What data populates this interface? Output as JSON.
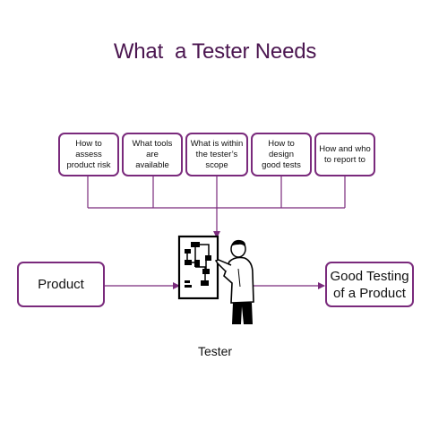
{
  "title": "What  a Tester Needs",
  "needs": [
    {
      "line1": "How to assess",
      "line2": "product risk",
      "line3": ""
    },
    {
      "line1": "What tools are",
      "line2": "available",
      "line3": ""
    },
    {
      "line1": "What is within",
      "line2": "the tester’s",
      "line3": "scope"
    },
    {
      "line1": "How to design",
      "line2": "good tests",
      "line3": ""
    },
    {
      "line1": "How and who",
      "line2": "to report to",
      "line3": ""
    }
  ],
  "input_box": {
    "label": "Product"
  },
  "output_box": {
    "line1": "Good Testing",
    "line2": "of a Product"
  },
  "tester_label": "Tester",
  "colors": {
    "accent": "#7a2a7c",
    "title": "#4b1650"
  },
  "figure_icon": "person-at-flowchart-board-icon"
}
